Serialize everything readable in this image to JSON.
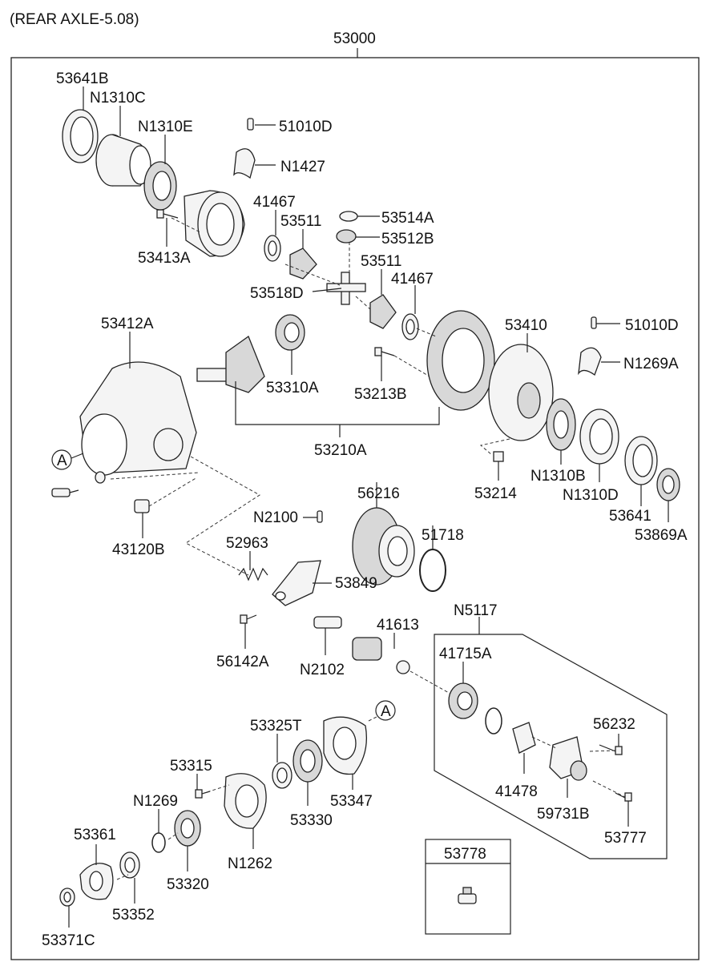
{
  "header": "(REAR AXLE-5.08)",
  "assembly_number": "53000",
  "labels": {
    "p53641B": "53641B",
    "pN1310C": "N1310C",
    "pN1310E": "N1310E",
    "p51010D_top": "51010D",
    "pN1427": "N1427",
    "p41467_a": "41467",
    "p53511_a": "53511",
    "p53514A": "53514A",
    "p53512B": "53512B",
    "p53413A": "53413A",
    "p53511_b": "53511",
    "p41467_b": "41467",
    "p53518D": "53518D",
    "p53412A": "53412A",
    "p53410": "53410",
    "p51010D_right": "51010D",
    "pN1269A": "N1269A",
    "p53310A": "53310A",
    "p53213B": "53213B",
    "p53210A": "53210A",
    "p53214": "53214",
    "pN1310B": "N1310B",
    "pN1310D": "N1310D",
    "p53641": "53641",
    "p53869A": "53869A",
    "p56216": "56216",
    "p51718": "51718",
    "pN2100": "N2100",
    "p43120B": "43120B",
    "p52963": "52963",
    "p53849": "53849",
    "p56142A": "56142A",
    "pN2102": "N2102",
    "p41613": "41613",
    "pN5117": "N5117",
    "p41715A": "41715A",
    "p53325T": "53325T",
    "p53315": "53315",
    "pN1269": "N1269",
    "p53330": "53330",
    "p53347": "53347",
    "p56232": "56232",
    "p41478": "41478",
    "p59731B": "59731B",
    "p53777": "53777",
    "pN1262": "N1262",
    "p53361": "53361",
    "p53320": "53320",
    "p53352": "53352",
    "p53371C": "53371C",
    "p53778": "53778"
  },
  "markers": {
    "ref_a_left": "A",
    "ref_a_right": "A"
  }
}
